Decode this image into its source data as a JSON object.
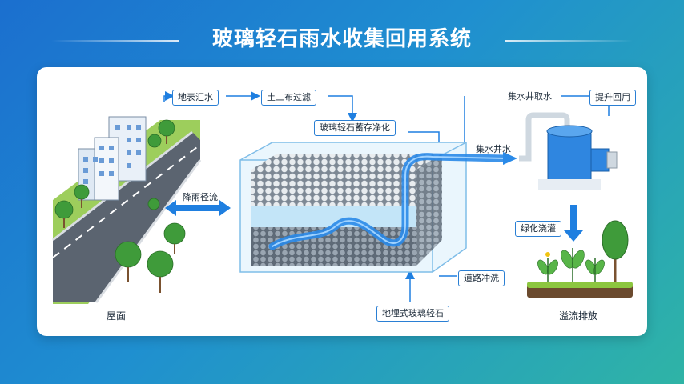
{
  "title": "玻璃轻石雨水收集回用系统",
  "labels": {
    "surface_runoff": "地表汇水",
    "geotextile": "土工布过滤",
    "storage": "玻璃轻石蓄存净化",
    "rain_runoff": "降雨径流",
    "collect_well": "集水井取水",
    "lift_reuse": "提升回用",
    "well_water": "集水井水",
    "greening": "绿化浇灌",
    "road_wash": "道路冲洗",
    "buried": "地埋式玻璃轻石",
    "roof": "屋面",
    "overflow": "溢流排放"
  },
  "colors": {
    "accent": "#1f7fe0",
    "water": "#bfe3f7",
    "grass": "#8cc63f"
  }
}
